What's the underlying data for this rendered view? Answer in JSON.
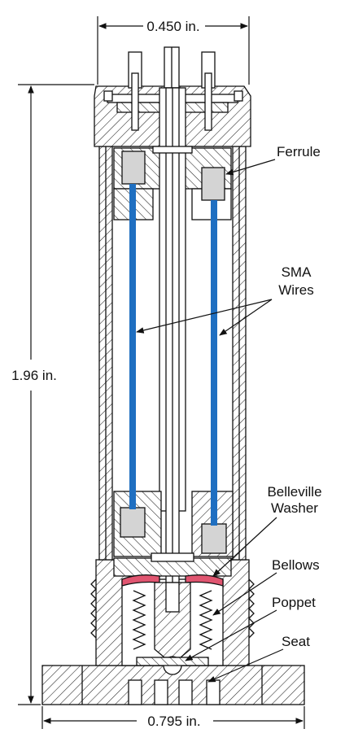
{
  "dimensions": {
    "top_width": "0.450 in.",
    "height": "1.96 in.",
    "bottom_width": "0.795 in."
  },
  "callouts": {
    "ferrule": "Ferrule",
    "sma_line1": "SMA",
    "sma_line2": "Wires",
    "belleville_line1": "Belleville",
    "belleville_line2": "Washer",
    "bellows": "Bellows",
    "poppet": "Poppet",
    "seat": "Seat"
  },
  "colors": {
    "wire": "#1f6fc1",
    "washer": "#e05570",
    "ferrule_fill": "#d4d4d4",
    "outline": "#111111"
  }
}
